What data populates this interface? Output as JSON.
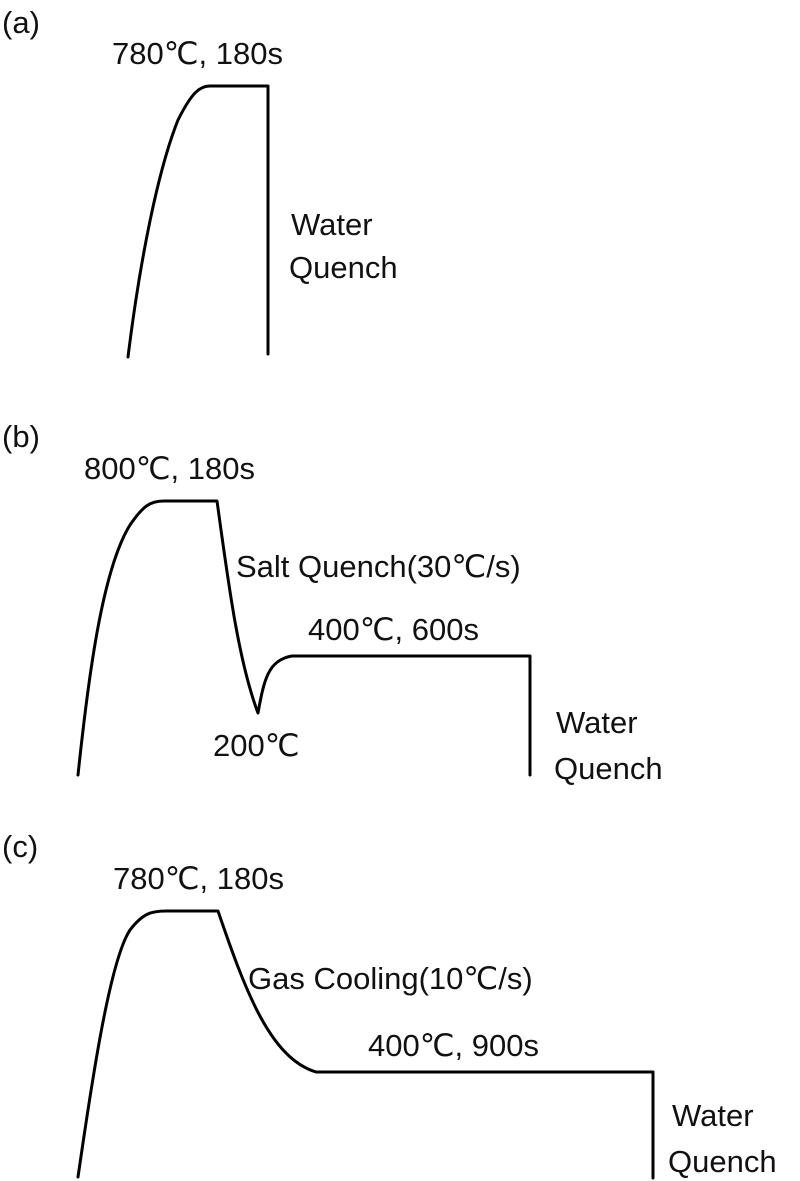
{
  "panels": [
    {
      "id": "a",
      "panel_label": "(a)",
      "hold_label": "780℃, 180s",
      "quench_label_line1": "Water",
      "quench_label_line2": "Quench"
    },
    {
      "id": "b",
      "panel_label": "(b)",
      "hold_label": "800℃, 180s",
      "cooling_label": "Salt Quench(30℃/s)",
      "min_label": "200℃",
      "partition_label": "400℃, 600s",
      "quench_label_line1": "Water",
      "quench_label_line2": "Quench"
    },
    {
      "id": "c",
      "panel_label": "(c)",
      "hold_label": "780℃, 180s",
      "cooling_label": "Gas Cooling(10℃/s)",
      "partition_label": "400℃, 900s",
      "quench_label_line1": "Water",
      "quench_label_line2": "Quench"
    }
  ],
  "colors": {
    "line": "#000000",
    "text": "#111111",
    "background": "#ffffff"
  }
}
